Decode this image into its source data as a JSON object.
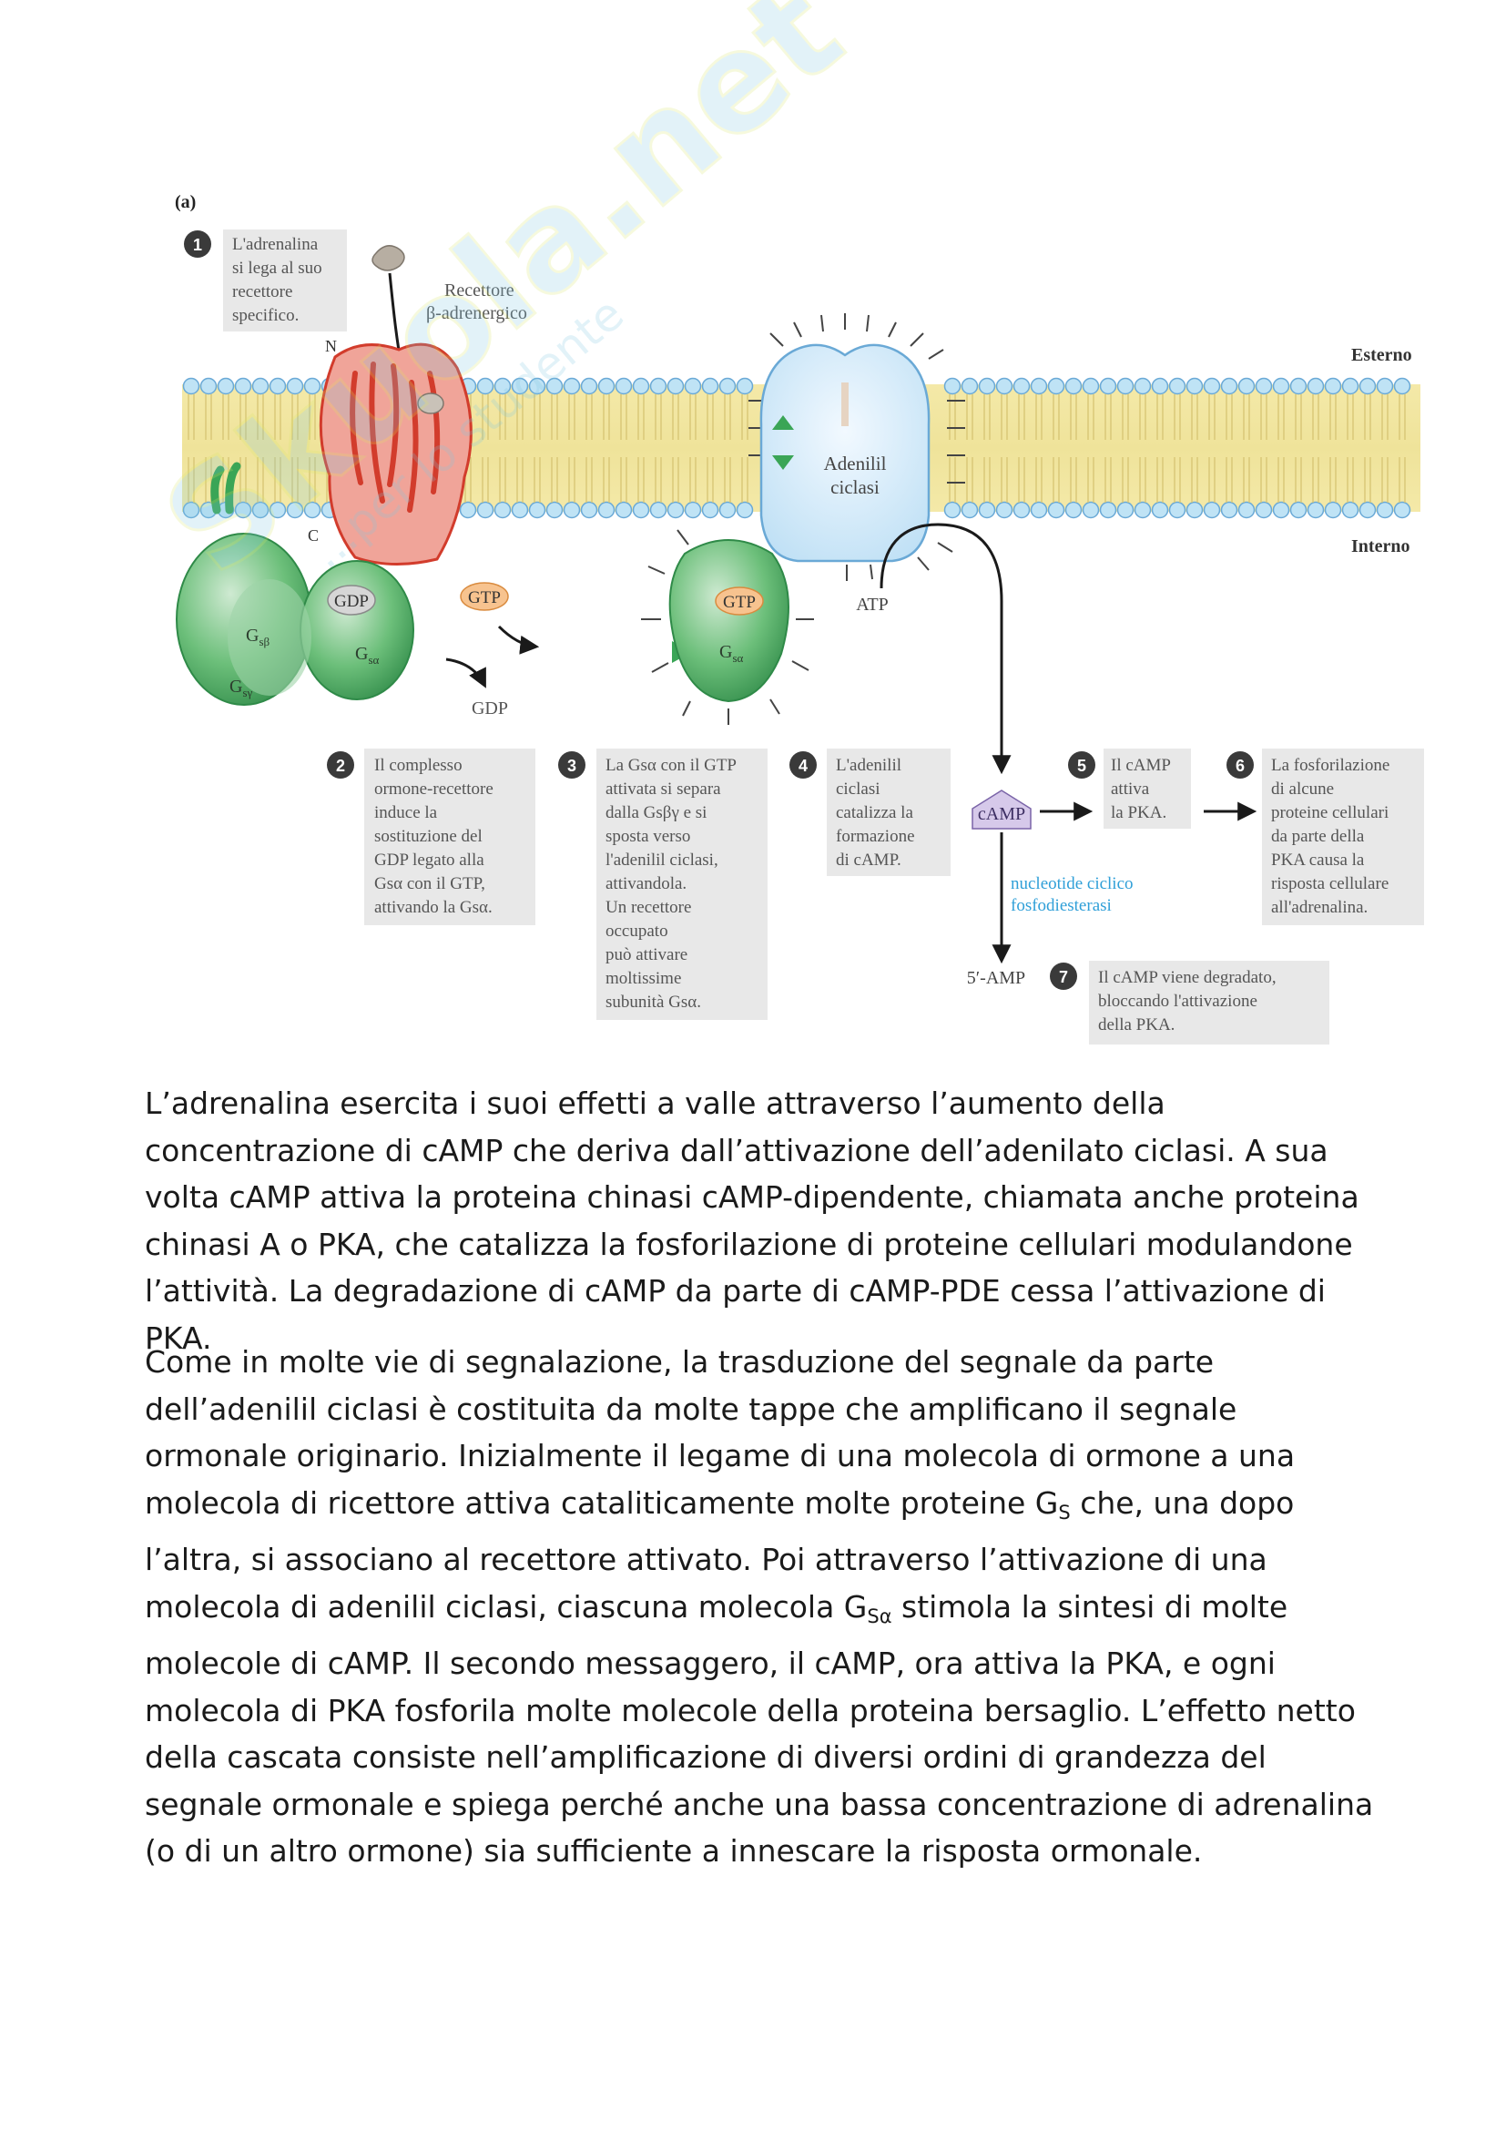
{
  "watermark": {
    "brand": "Skuola.net",
    "tagline": "...per lo studente"
  },
  "diagram": {
    "panel_label": "(a)",
    "outside_label": "Esterno",
    "inside_label": "Interno",
    "receptor_label_1": "Recettore",
    "receptor_label_2": "β-adrenergico",
    "n_terminal": "N",
    "c_terminal": "C",
    "cyclase_label_1": "Adenilil",
    "cyclase_label_2": "ciclasi",
    "gdp": "GDP",
    "gtp": "GTP",
    "gdp_released": "GDP",
    "atp": "ATP",
    "camp": "cAMP",
    "amp": "5′-AMP",
    "pde_1": "nucleotide ciclico",
    "pde_2": "fosfodiesterasi",
    "subunit_g": "G",
    "sub_b": "sβ",
    "sub_g": "sγ",
    "sub_a": "sα",
    "steps": [
      {
        "n": "1",
        "lines": [
          "L'adrenalina",
          "si lega al suo",
          "recettore",
          "specifico."
        ]
      },
      {
        "n": "2",
        "lines": [
          "Il complesso",
          "ormone-recettore",
          "induce la",
          "sostituzione del",
          "GDP legato alla",
          "Gsα con il GTP,",
          "attivando la Gsα."
        ]
      },
      {
        "n": "3",
        "lines": [
          "La Gsα con il GTP",
          "attivata si separa",
          "dalla Gsβγ e si",
          "sposta verso",
          "l'adenilil ciclasi,",
          "attivandola.",
          "Un recettore",
          "occupato",
          "può attivare",
          "moltissime",
          "subunità Gsα."
        ]
      },
      {
        "n": "4",
        "lines": [
          "L'adenilil",
          "ciclasi",
          "catalizza la",
          "formazione",
          "di cAMP."
        ]
      },
      {
        "n": "5",
        "lines": [
          "Il cAMP",
          "attiva",
          "la PKA."
        ]
      },
      {
        "n": "6",
        "lines": [
          "La fosforilazione",
          "di alcune",
          "proteine cellulari",
          "da parte della",
          "PKA causa la",
          "risposta cellulare",
          "all'adrenalina."
        ]
      },
      {
        "n": "7",
        "lines": [
          "Il cAMP viene degradato,",
          "bloccando l'attivazione",
          "della PKA."
        ]
      }
    ]
  },
  "paragraph1": "L’adrenalina esercita i suoi effetti a valle attraverso l’aumento della concentrazione di cAMP che deriva dall’attivazione dell’adenilato ciclasi. A sua volta cAMP attiva la proteina chinasi cAMP-dipendente, chiamata anche proteina chinasi A o PKA, che catalizza la fosforilazione di proteine cellulari modulandone l’attività. La degradazione di cAMP da parte di cAMP-PDE cessa l’attivazione di PKA.",
  "paragraph2": {
    "a": "Come in molte vie di segnalazione, la trasduzione del segnale da parte dell’adenilil ciclasi è costituita da molte tappe che amplificano il segnale ormonale originario. Inizialmente il legame di una molecola di ormone a una molecola di ricettore attiva cataliticamente molte proteine G",
    "sub1": "S",
    "b": " che, una dopo l’altra, si associano al recettore attivato. Poi attraverso l’attivazione di una molecola di adenilil ciclasi, ciascuna molecola G",
    "sub2": "Sα",
    "c": " stimola la sintesi di molte molecole di cAMP. Il secondo messaggero, il cAMP, ora attiva la PKA, e ogni molecola di PKA fosforila molte molecole della proteina bersaglio. L’effetto netto della cascata consiste nell’amplificazione di diversi ordini di grandezza del segnale ormonale e spiega perché anche una bassa concentrazione di adrenalina (o di un altro ormone) sia sufficiente a innescare la risposta ormonale."
  }
}
